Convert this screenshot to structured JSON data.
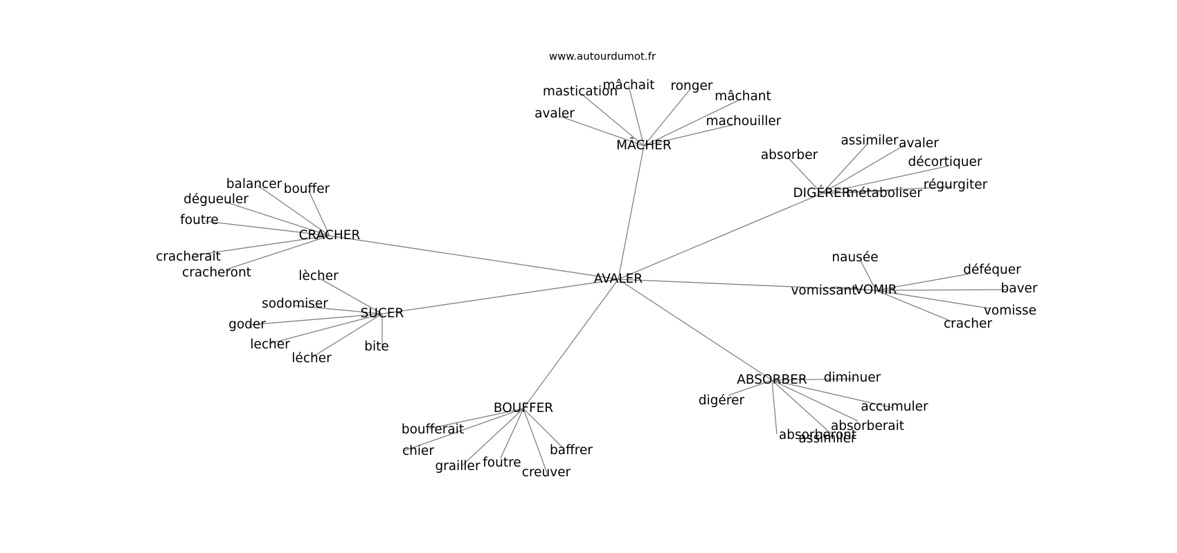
{
  "source": "www.autourdumot.fr",
  "graph": {
    "center": "AVALER",
    "clusters": [
      {
        "hub": "MÂCHER",
        "leaves": [
          "avaler",
          "mastication",
          "mâchait",
          "ronger",
          "mâchant",
          "machouiller"
        ]
      },
      {
        "hub": "DIGÉRER",
        "leaves": [
          "absorber",
          "assimiler",
          "avaler",
          "décortiquer",
          "régurgiter",
          "métaboliser"
        ]
      },
      {
        "hub": "CRACHER",
        "leaves": [
          "balancer",
          "bouffer",
          "dégueuler",
          "foutre",
          "cracherait",
          "cracheront"
        ]
      },
      {
        "hub": "SUCER",
        "leaves": [
          "lècher",
          "sodomiser",
          "goder",
          "lecher",
          "lécher",
          "bite"
        ]
      },
      {
        "hub": "VOMIR",
        "leaves": [
          "nausée",
          "déféquer",
          "baver",
          "vomisse",
          "cracher",
          "vomissant"
        ]
      },
      {
        "hub": "ABSORBER",
        "leaves": [
          "diminuer",
          "digérer",
          "accumuler",
          "absorberait",
          "absorberont",
          "assimiler"
        ]
      },
      {
        "hub": "BOUFFER",
        "leaves": [
          "boufferait",
          "chier",
          "grailler",
          "foutre",
          "creuver",
          "baffrer"
        ]
      }
    ]
  }
}
